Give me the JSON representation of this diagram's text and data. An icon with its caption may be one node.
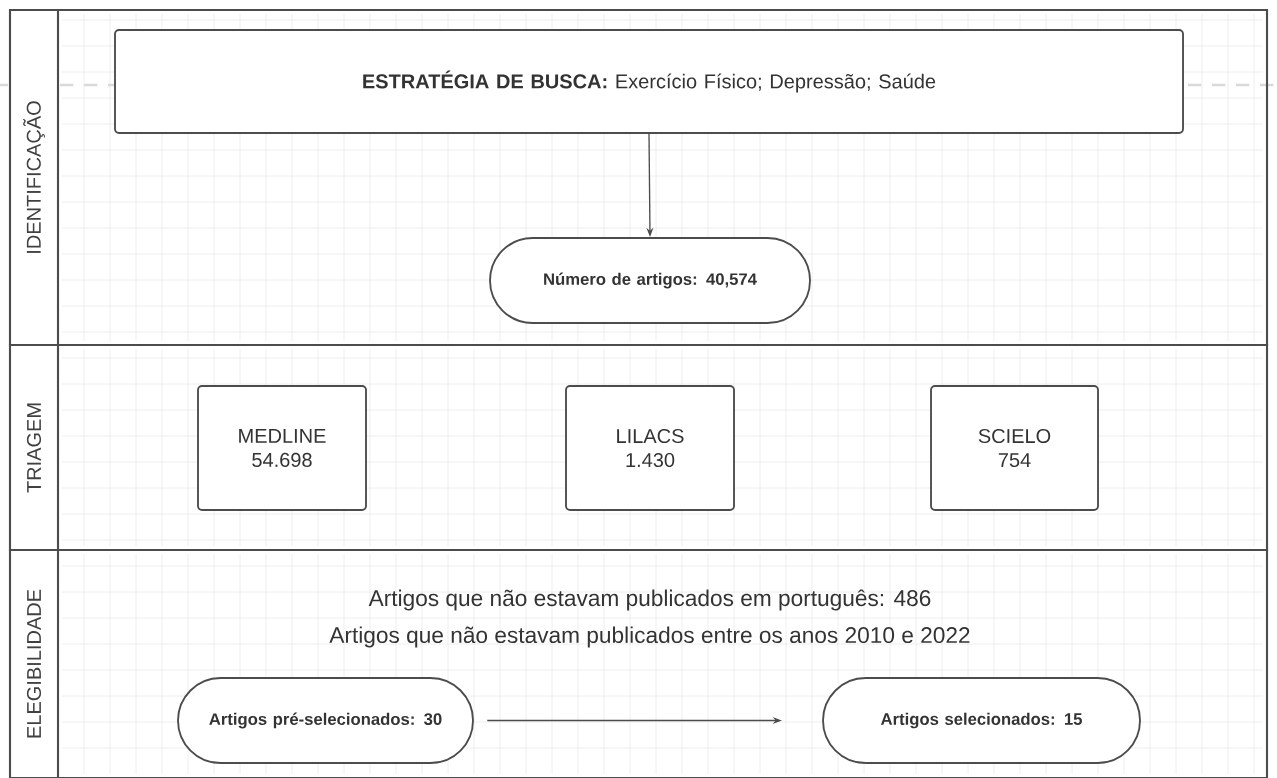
{
  "diagram": {
    "nodes": [
      {
        "text": [
          "IDENTIFICAÇÃO"
        ]
      },
      {
        "text": [
          "**ESTRATÉGIA DE BUSCA:** Exercício Físico; Depressão; Saúde"
        ],
        "in": 0
      },
      {
        "text": [
          "Número de artigos: 40,574"
        ],
        "in": 0
      },
      {
        "text": [
          "TRIAGEM"
        ]
      },
      {
        "text": [
          "MEDLINE",
          "54.698"
        ],
        "in": 3
      },
      {
        "text": [
          "LILACS",
          "1.430"
        ],
        "in": 3
      },
      {
        "text": [
          "SCIELO",
          "754"
        ],
        "in": 3
      },
      {
        "text": [
          "ELEGIBILIDADE"
        ]
      },
      {
        "text": [
          "Artigos pré-selecionados: 30"
        ],
        "in": 7
      },
      {
        "text": [
          "Artigos selecionados: 15"
        ],
        "in": 7
      }
    ],
    "edges": [
      {
        "from": 1,
        "to": 2,
        "arrow": "to"
      },
      {
        "from": 8,
        "to": 9,
        "arrow": "to"
      }
    ],
    "labels": [
      "Artigos que não estavam publicados em português: 486",
      "Artigos que não estavam publicados entre os anos 2010 e 2022"
    ]
  }
}
